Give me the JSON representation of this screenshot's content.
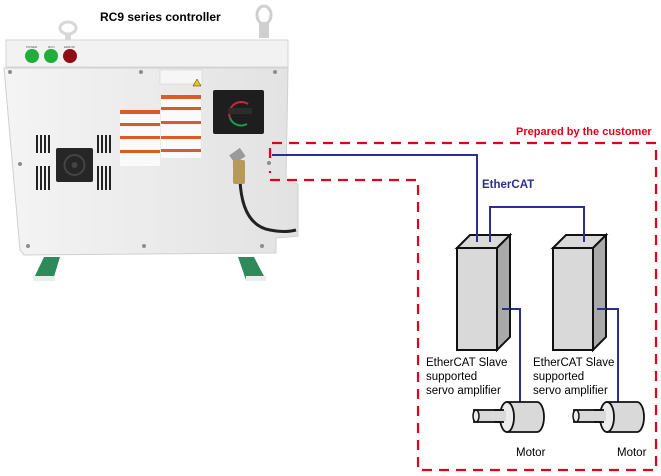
{
  "title": "RC9 series controller",
  "controller": {
    "indicators": [
      {
        "label": "POWER",
        "color": "#1fae3a"
      },
      {
        "label": "RUN",
        "color": "#1fae3a"
      },
      {
        "label": "ERROR",
        "color": "#8f0d17"
      }
    ],
    "body_color": "#eeeeee",
    "foot_color": "#2e8a5a"
  },
  "customer_zone": {
    "label": "Prepared by the customer",
    "color": "#e0001a"
  },
  "network": {
    "label": "EtherCAT",
    "color": "#2b2f8f"
  },
  "amplifiers": [
    {
      "line1": "EtherCAT Slave",
      "line2": "supported",
      "line3": "servo amplifier"
    },
    {
      "line1": "EtherCAT Slave",
      "line2": "supported",
      "line3": "servo amplifier"
    }
  ],
  "motors": [
    {
      "label": "Motor"
    },
    {
      "label": "Motor"
    }
  ]
}
